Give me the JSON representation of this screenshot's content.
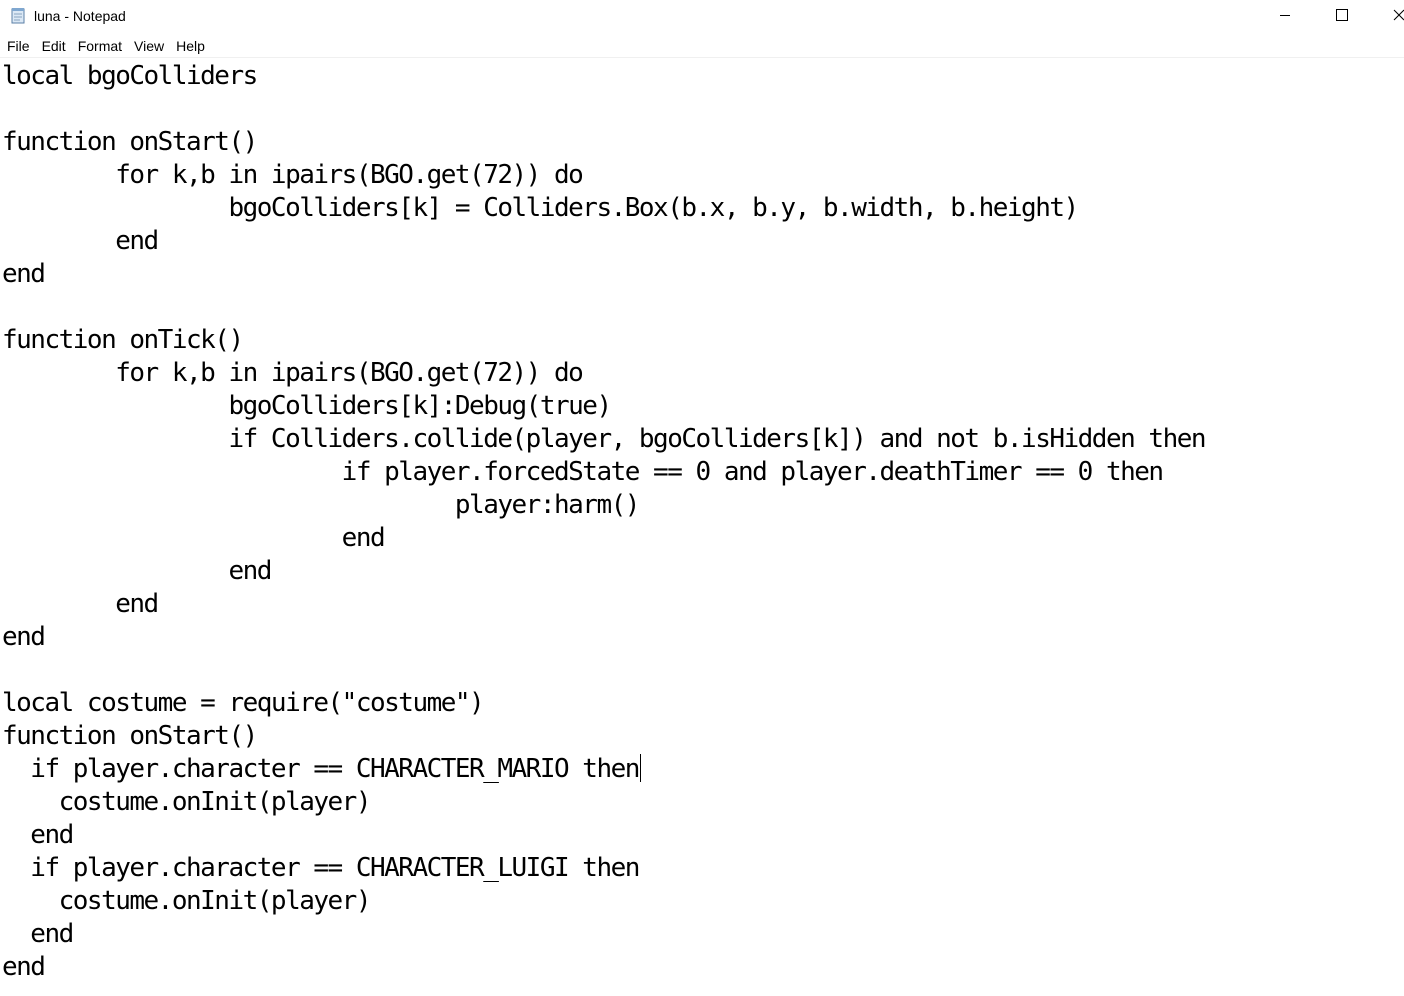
{
  "window": {
    "title": "luna - Notepad"
  },
  "menu": {
    "items": [
      {
        "label": "File"
      },
      {
        "label": "Edit"
      },
      {
        "label": "Format"
      },
      {
        "label": "View"
      },
      {
        "label": "Help"
      }
    ]
  },
  "editor": {
    "lines": [
      "local bgoColliders",
      "",
      "function onStart()",
      "        for k,b in ipairs(BGO.get(72)) do",
      "                bgoColliders[k] = Colliders.Box(b.x, b.y, b.width, b.height)",
      "        end",
      "end",
      "",
      "function onTick()",
      "        for k,b in ipairs(BGO.get(72)) do",
      "                bgoColliders[k]:Debug(true)",
      "                if Colliders.collide(player, bgoColliders[k]) and not b.isHidden then",
      "                        if player.forcedState == 0 and player.deathTimer == 0 then",
      "                                player:harm()",
      "                        end",
      "                end",
      "        end",
      "end",
      "",
      "local costume = require(\"costume\")",
      "function onStart()",
      "  if player.character == CHARACTER_MARIO then",
      "    costume.onInit(player)",
      "  end",
      "  if player.character == CHARACTER_LUIGI then",
      "    costume.onInit(player)",
      "  end",
      "end"
    ]
  },
  "icons": {
    "app": "notepad-icon",
    "minimize": "minimize-icon",
    "maximize": "maximize-icon",
    "close": "close-icon"
  }
}
